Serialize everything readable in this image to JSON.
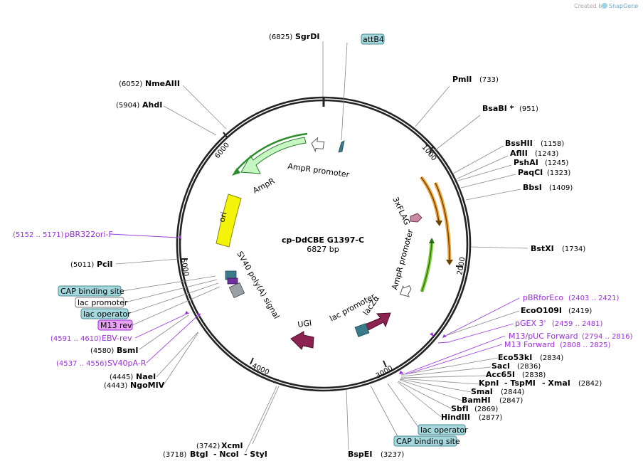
{
  "watermark": {
    "prefix": "Created by",
    "brand": "SnapGene"
  },
  "plasmid": {
    "name": "cp-DdCBE G1397-C",
    "size_label": "6827 bp"
  },
  "ticks": [
    {
      "label": "1000"
    },
    {
      "label": "2000"
    },
    {
      "label": "3000"
    },
    {
      "label": "4000"
    },
    {
      "label": "5000"
    },
    {
      "label": "6000"
    }
  ],
  "enzymes": [
    {
      "name": "SgrDI",
      "pos": "(6825)"
    },
    {
      "name": "PmlI",
      "pos": "(733)"
    },
    {
      "name": "BsaBI *",
      "pos": "(951)"
    },
    {
      "name": "BssHII",
      "pos": "(1158)"
    },
    {
      "name": "AflII",
      "pos": "(1243)"
    },
    {
      "name": "PshAI",
      "pos": "(1245)"
    },
    {
      "name": "PaqCI",
      "pos": "(1323)"
    },
    {
      "name": "BbsI",
      "pos": "(1409)"
    },
    {
      "name": "BstXI",
      "pos": "(1734)"
    },
    {
      "name": "EcoO109I",
      "pos": "(2419)"
    },
    {
      "name": "Eco53kI",
      "pos": "(2834)"
    },
    {
      "name": "SacI",
      "pos": "(2836)"
    },
    {
      "name": "Acc65I",
      "pos": "(2838)"
    },
    {
      "name": "KpnI",
      "pos": ""
    },
    {
      "name": "- TspMI",
      "pos": ""
    },
    {
      "name": "- XmaI",
      "pos": "(2842)"
    },
    {
      "name": "SmaI",
      "pos": "(2844)"
    },
    {
      "name": "BamHI",
      "pos": "(2847)"
    },
    {
      "name": "SbfI",
      "pos": "(2869)"
    },
    {
      "name": "HindIII",
      "pos": "(2877)"
    },
    {
      "name": "BspEI",
      "pos": "(3237)"
    },
    {
      "name": "XcmI",
      "pos": "(3742)"
    },
    {
      "name": "BtgI",
      "pos": "(3718)"
    },
    {
      "name": "- NcoI",
      "pos": ""
    },
    {
      "name": "- StyI",
      "pos": ""
    },
    {
      "name": "NaeI",
      "pos": "(4445)"
    },
    {
      "name": "NgoMIV",
      "pos": "(4443)"
    },
    {
      "name": "BsmI",
      "pos": "(4580)"
    },
    {
      "name": "PciI",
      "pos": "(5011)"
    },
    {
      "name": "AhdI",
      "pos": "(5904)"
    },
    {
      "name": "NmeAIII",
      "pos": "(6052)"
    }
  ],
  "primers": [
    {
      "name": "pBR322ori-F",
      "pos": "(5152 .. 5171)"
    },
    {
      "name": "pBRforEco",
      "pos": "(2403 .. 2421)"
    },
    {
      "name": "pGEX 3'",
      "pos": "(2459 .. 2481)"
    },
    {
      "name": "M13/pUC Forward",
      "pos": "(2794 .. 2816)"
    },
    {
      "name": "M13 Forward",
      "pos": "(2808 .. 2825)"
    },
    {
      "name": "EBV-rev",
      "pos": "(4591 .. 4610)"
    },
    {
      "name": "SV40pA-R",
      "pos": "(4537 .. 4556)"
    }
  ],
  "boxed_features": [
    {
      "name": "attB4"
    },
    {
      "name": "CAP binding site"
    },
    {
      "name": "lac promoter"
    },
    {
      "name": "lac operator"
    },
    {
      "name": "M13 rev"
    },
    {
      "name": "lac operator"
    },
    {
      "name": "CAP binding site"
    }
  ],
  "features": [
    {
      "name": "AmpR promoter"
    },
    {
      "name": "AmpR"
    },
    {
      "name": "ori"
    },
    {
      "name": "SV40 poly(A) signal"
    },
    {
      "name": "3xFLAG"
    },
    {
      "name": "AmpR promoter"
    },
    {
      "name": "lac promoter"
    },
    {
      "name": "lacZα"
    },
    {
      "name": "UGI"
    }
  ],
  "colors": {
    "backbone": "#222222",
    "ampr": "#c6f7c2",
    "ori": "#f4f40a",
    "ugi": "#8b2252",
    "lacz": "#8b2252",
    "flag": "#c98aa2",
    "box_fill": "#a5d8dd",
    "box_stroke": "#4a8c94",
    "m13rev_fill": "#e9a3f4",
    "primer": "#9b30d9",
    "orange_arrow": "#f0a43a",
    "green_arrow": "#7dcb3a"
  }
}
